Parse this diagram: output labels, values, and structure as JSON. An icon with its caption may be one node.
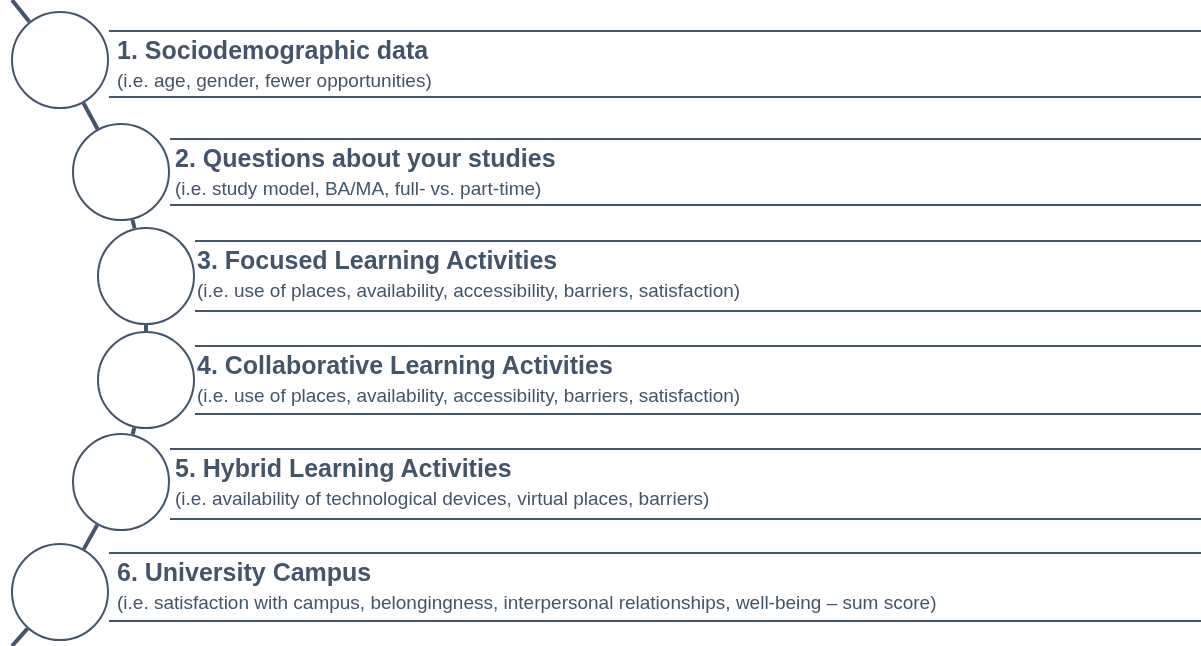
{
  "diagram": {
    "nodes": [
      {
        "text": [],
        "shape": "circle"
      },
      {
        "text": [
          "1. Sociodemographic data",
          "(i.e. age, gender, fewer opportunities)"
        ]
      },
      {
        "text": [],
        "shape": "circle"
      },
      {
        "text": [
          "2. Questions about your studies",
          "(i.e. study model, BA/MA, full- vs. part-time)"
        ]
      },
      {
        "text": [],
        "shape": "circle"
      },
      {
        "text": [
          "3. Focused Learning Activities",
          "(i.e. use of places, availability, accessibility, barriers, satisfaction)"
        ]
      },
      {
        "text": [],
        "shape": "circle"
      },
      {
        "text": [
          "4. Collaborative Learning Activities",
          "(i.e. use of places, availability, accessibility, barriers, satisfaction)"
        ]
      },
      {
        "text": [],
        "shape": "circle"
      },
      {
        "text": [
          "5. Hybrid Learning Activities",
          "(i.e. availability of technological devices, virtual places, barriers)"
        ]
      },
      {
        "text": [],
        "shape": "circle"
      },
      {
        "text": [
          "6. University Campus",
          "(i.e. satisfaction with campus, belongingness, interpersonal relationships, well-being – sum score)"
        ]
      }
    ],
    "edges": [
      {
        "from": null,
        "to": 0,
        "arrow": "none"
      },
      {
        "from": 0,
        "to": 2,
        "arrow": "none"
      },
      {
        "from": 2,
        "to": 4,
        "arrow": "none"
      },
      {
        "from": 4,
        "to": 6,
        "arrow": "none"
      },
      {
        "from": 6,
        "to": 8,
        "arrow": "none"
      },
      {
        "from": 8,
        "to": 10,
        "arrow": "none"
      },
      {
        "from": 10,
        "to": null,
        "arrow": "none"
      }
    ]
  }
}
